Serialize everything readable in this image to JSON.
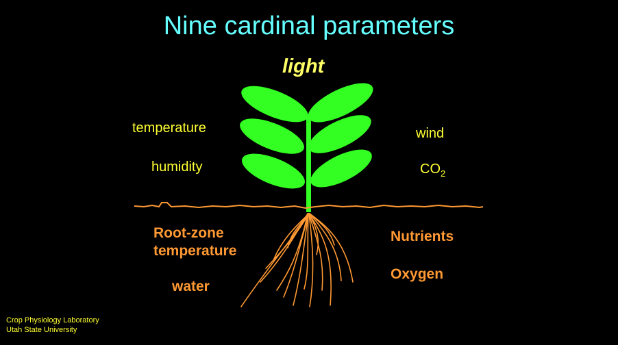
{
  "title": "Nine cardinal parameters",
  "labels": {
    "light": "light",
    "temperature": "temperature",
    "humidity": "humidity",
    "wind": "wind",
    "co2_main": "CO",
    "co2_sub": "2",
    "root_zone_line1": "Root-zone",
    "root_zone_line2": "temperature",
    "water": "water",
    "nutrients": "Nutrients",
    "oxygen": "Oxygen"
  },
  "credit": {
    "line1": "Crop Physiology Laboratory",
    "line2": "Utah State University"
  },
  "colors": {
    "background": "#000000",
    "title": "#66ffff",
    "above_ground_text": "#ffff33",
    "below_ground_text": "#ff9933",
    "leaf": "#33ff22",
    "soil_line": "#ff9933",
    "roots": "#ff9933"
  }
}
